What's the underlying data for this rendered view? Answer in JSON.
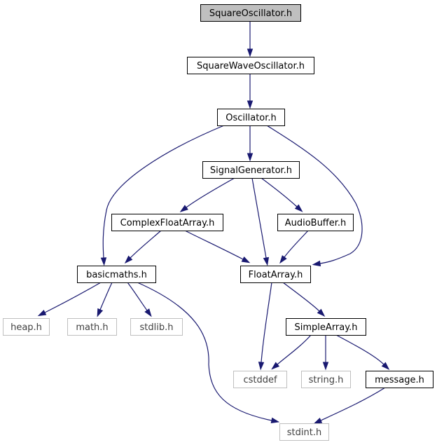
{
  "colors": {
    "edge": "#191970",
    "node_border": "#000000",
    "system_border": "#bfbfbf",
    "root_fill": "#bfbfbf",
    "node_fill": "#ffffff",
    "text": "#000000",
    "system_text": "#404040"
  },
  "nodes": [
    {
      "id": "square_osc",
      "label": "SquareOscillator.h",
      "kind": "root"
    },
    {
      "id": "square_wave_osc",
      "label": "SquareWaveOscillator.h",
      "kind": "normal"
    },
    {
      "id": "oscillator",
      "label": "Oscillator.h",
      "kind": "normal"
    },
    {
      "id": "signal_generator",
      "label": "SignalGenerator.h",
      "kind": "normal"
    },
    {
      "id": "complex_float_array",
      "label": "ComplexFloatArray.h",
      "kind": "normal"
    },
    {
      "id": "audio_buffer",
      "label": "AudioBuffer.h",
      "kind": "normal"
    },
    {
      "id": "basicmaths",
      "label": "basicmaths.h",
      "kind": "normal"
    },
    {
      "id": "float_array",
      "label": "FloatArray.h",
      "kind": "normal"
    },
    {
      "id": "heap",
      "label": "heap.h",
      "kind": "system"
    },
    {
      "id": "math",
      "label": "math.h",
      "kind": "system"
    },
    {
      "id": "stdlib",
      "label": "stdlib.h",
      "kind": "system"
    },
    {
      "id": "simple_array",
      "label": "SimpleArray.h",
      "kind": "normal"
    },
    {
      "id": "cstddef",
      "label": "cstddef",
      "kind": "system"
    },
    {
      "id": "string",
      "label": "string.h",
      "kind": "system"
    },
    {
      "id": "message",
      "label": "message.h",
      "kind": "normal"
    },
    {
      "id": "stdint",
      "label": "stdint.h",
      "kind": "system"
    }
  ],
  "edges": [
    {
      "from": "square_osc",
      "to": "square_wave_osc"
    },
    {
      "from": "square_wave_osc",
      "to": "oscillator"
    },
    {
      "from": "oscillator",
      "to": "basicmaths"
    },
    {
      "from": "oscillator",
      "to": "signal_generator"
    },
    {
      "from": "oscillator",
      "to": "float_array"
    },
    {
      "from": "signal_generator",
      "to": "complex_float_array"
    },
    {
      "from": "signal_generator",
      "to": "float_array"
    },
    {
      "from": "signal_generator",
      "to": "audio_buffer"
    },
    {
      "from": "complex_float_array",
      "to": "basicmaths"
    },
    {
      "from": "complex_float_array",
      "to": "float_array"
    },
    {
      "from": "audio_buffer",
      "to": "float_array"
    },
    {
      "from": "basicmaths",
      "to": "heap"
    },
    {
      "from": "basicmaths",
      "to": "math"
    },
    {
      "from": "basicmaths",
      "to": "stdlib"
    },
    {
      "from": "basicmaths",
      "to": "stdint"
    },
    {
      "from": "float_array",
      "to": "cstddef"
    },
    {
      "from": "float_array",
      "to": "simple_array"
    },
    {
      "from": "simple_array",
      "to": "cstddef"
    },
    {
      "from": "simple_array",
      "to": "string"
    },
    {
      "from": "simple_array",
      "to": "message"
    },
    {
      "from": "message",
      "to": "stdint"
    }
  ]
}
